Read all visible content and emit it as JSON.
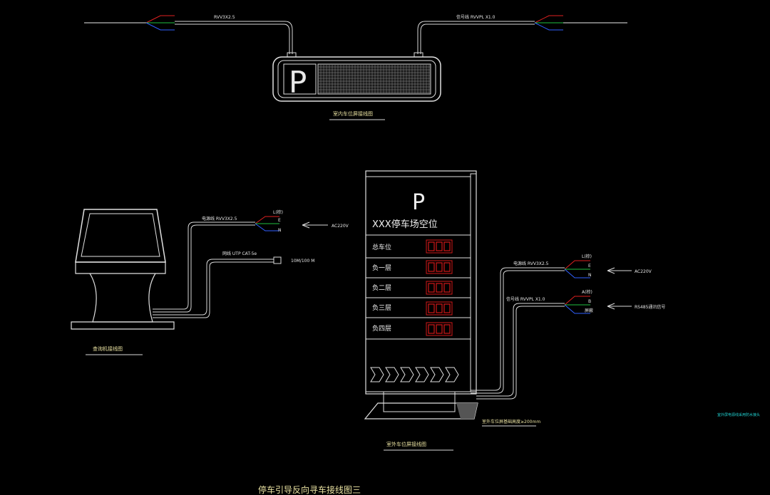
{
  "indoor_display": {
    "left_cable": "RVV3X2.5",
    "right_cable": "信号线 RVVPL X1.0",
    "caption": "室内车位屏接线图",
    "sign_glyph": "P"
  },
  "kiosk": {
    "power_cable": "电源线 RVV3X2.5",
    "network_cable": "网线 UTP CAT-5e",
    "ac_label": "AC220V",
    "net_label": "10M/100 M",
    "wire_labels": [
      "L(棕)",
      "E",
      "N"
    ],
    "caption": "查询机接线图"
  },
  "outdoor_sign": {
    "sign_glyph": "P",
    "title": "XXX停车场空位",
    "rows": [
      {
        "label": "总车位"
      },
      {
        "label": "负一层"
      },
      {
        "label": "负二层"
      },
      {
        "label": "负三层"
      },
      {
        "label": "负四层"
      }
    ],
    "power_cable": "电源线 RVV3X2.5",
    "signal_cable": "信号线 RVVPL X1.0",
    "ac_label": "AC220V",
    "rs485_label": "RS485通讯信号",
    "power_wires": [
      "L(棕)",
      "E",
      "N"
    ],
    "signal_wires": [
      "A(棕)",
      "B",
      "屏蔽"
    ],
    "base_note": "室外车位屏基础高度≥200mm",
    "caption": "室外车位屏接线图"
  },
  "side_note": "室外屏电源线采用防水接头",
  "main_title": "停车引导反向寻车接线图三",
  "colors": {
    "line": "#d9d9d9",
    "red": "#e02020",
    "green": "#20c040",
    "blue": "#3060ff",
    "led_red": "#d01818",
    "cyan": "#20d0d0"
  }
}
